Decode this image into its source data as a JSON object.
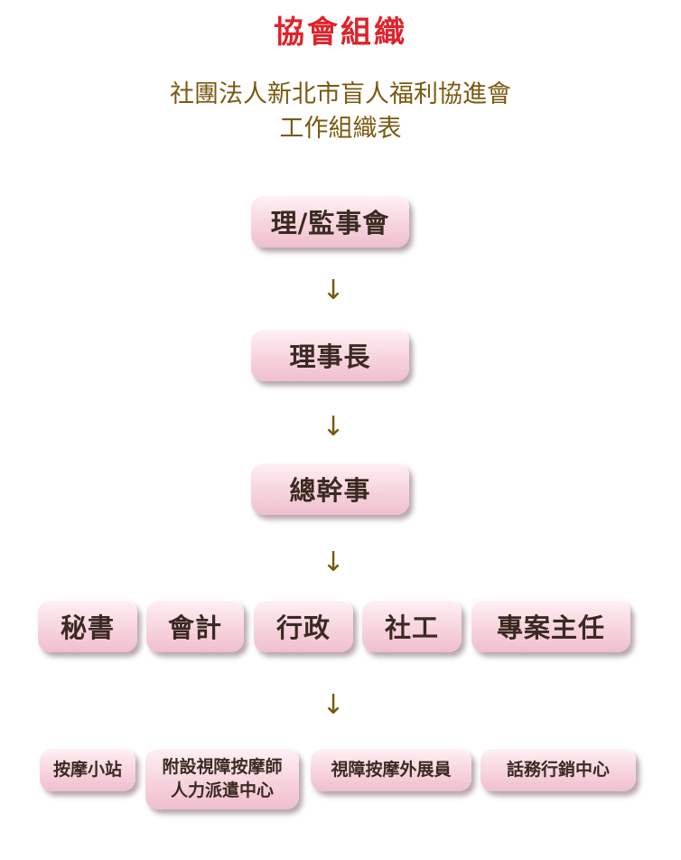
{
  "page": {
    "title": "協會組織",
    "subtitle_line1": "社團法人新北市盲人福利協進會",
    "subtitle_line2": "工作組織表"
  },
  "diagram": {
    "arrow_glyph": "↓",
    "level1": "理/監事會",
    "level2": "理事長",
    "level3": "總幹事",
    "staff": [
      "秘書",
      "會計",
      "行政",
      "社工",
      "專案主任"
    ],
    "units": [
      {
        "line1": "按摩小站",
        "line2": ""
      },
      {
        "line1": "附設視障按摩師",
        "line2": "人力派遣中心"
      },
      {
        "line1": "視障按摩外展員",
        "line2": ""
      },
      {
        "line1": "話務行銷中心",
        "line2": ""
      }
    ]
  },
  "colors": {
    "title": "#e0222a",
    "subtitle": "#7a5a10",
    "box_fill": "#f7d4de",
    "arrow": "#7a5a10"
  }
}
